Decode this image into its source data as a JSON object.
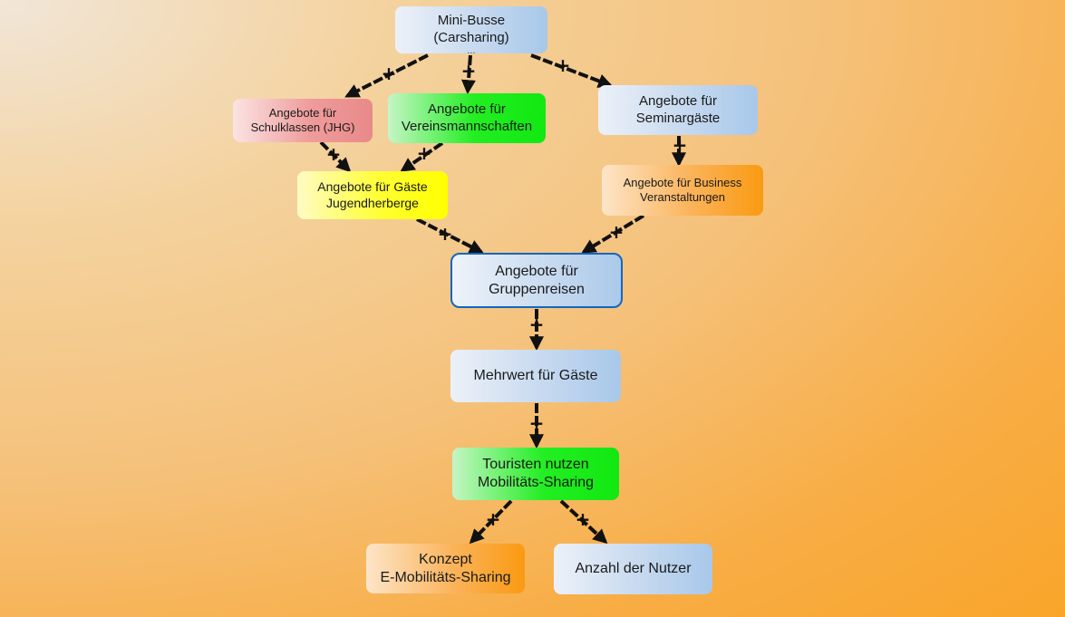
{
  "nodes": {
    "mini_busse": {
      "label": "Mini-Busse\n(Carsharing)",
      "ellipsis": "..."
    },
    "schulklassen": {
      "label": "Angebote für\nSchulklassen (JHG)"
    },
    "vereins": {
      "label": "Angebote für\nVereinsmannschaften"
    },
    "seminar": {
      "label": "Angebote für\nSeminargäste"
    },
    "jugendherberge": {
      "label": "Angebote für Gäste\nJugendherberge"
    },
    "business": {
      "label": "Angebote für Business\nVeranstaltungen"
    },
    "gruppenreisen": {
      "label": "Angebote für\nGruppenreisen"
    },
    "mehrwert": {
      "label": "Mehrwert für Gäste"
    },
    "touristen": {
      "label": "Touristen nutzen\nMobilitäts-Sharing"
    },
    "konzept": {
      "label": "Konzept\nE-Mobilitäts-Sharing"
    },
    "anzahl": {
      "label": "Anzahl der Nutzer"
    }
  },
  "edges": [
    {
      "from": "mini_busse",
      "to": "schulklassen",
      "polarity": "+"
    },
    {
      "from": "mini_busse",
      "to": "vereins",
      "polarity": "+"
    },
    {
      "from": "mini_busse",
      "to": "seminar",
      "polarity": "+"
    },
    {
      "from": "schulklassen",
      "to": "jugendherberge",
      "polarity": "+"
    },
    {
      "from": "vereins",
      "to": "jugendherberge",
      "polarity": "+"
    },
    {
      "from": "seminar",
      "to": "business",
      "polarity": "+"
    },
    {
      "from": "jugendherberge",
      "to": "gruppenreisen",
      "polarity": "+"
    },
    {
      "from": "business",
      "to": "gruppenreisen",
      "polarity": "+"
    },
    {
      "from": "gruppenreisen",
      "to": "mehrwert",
      "polarity": "+"
    },
    {
      "from": "mehrwert",
      "to": "touristen",
      "polarity": "+"
    },
    {
      "from": "touristen",
      "to": "konzept",
      "polarity": "+"
    },
    {
      "from": "touristen",
      "to": "anzahl",
      "polarity": "+"
    }
  ],
  "colors": {
    "edge": "#111111",
    "focus_border": "#1565c0",
    "background_end": "#f9a52a"
  }
}
